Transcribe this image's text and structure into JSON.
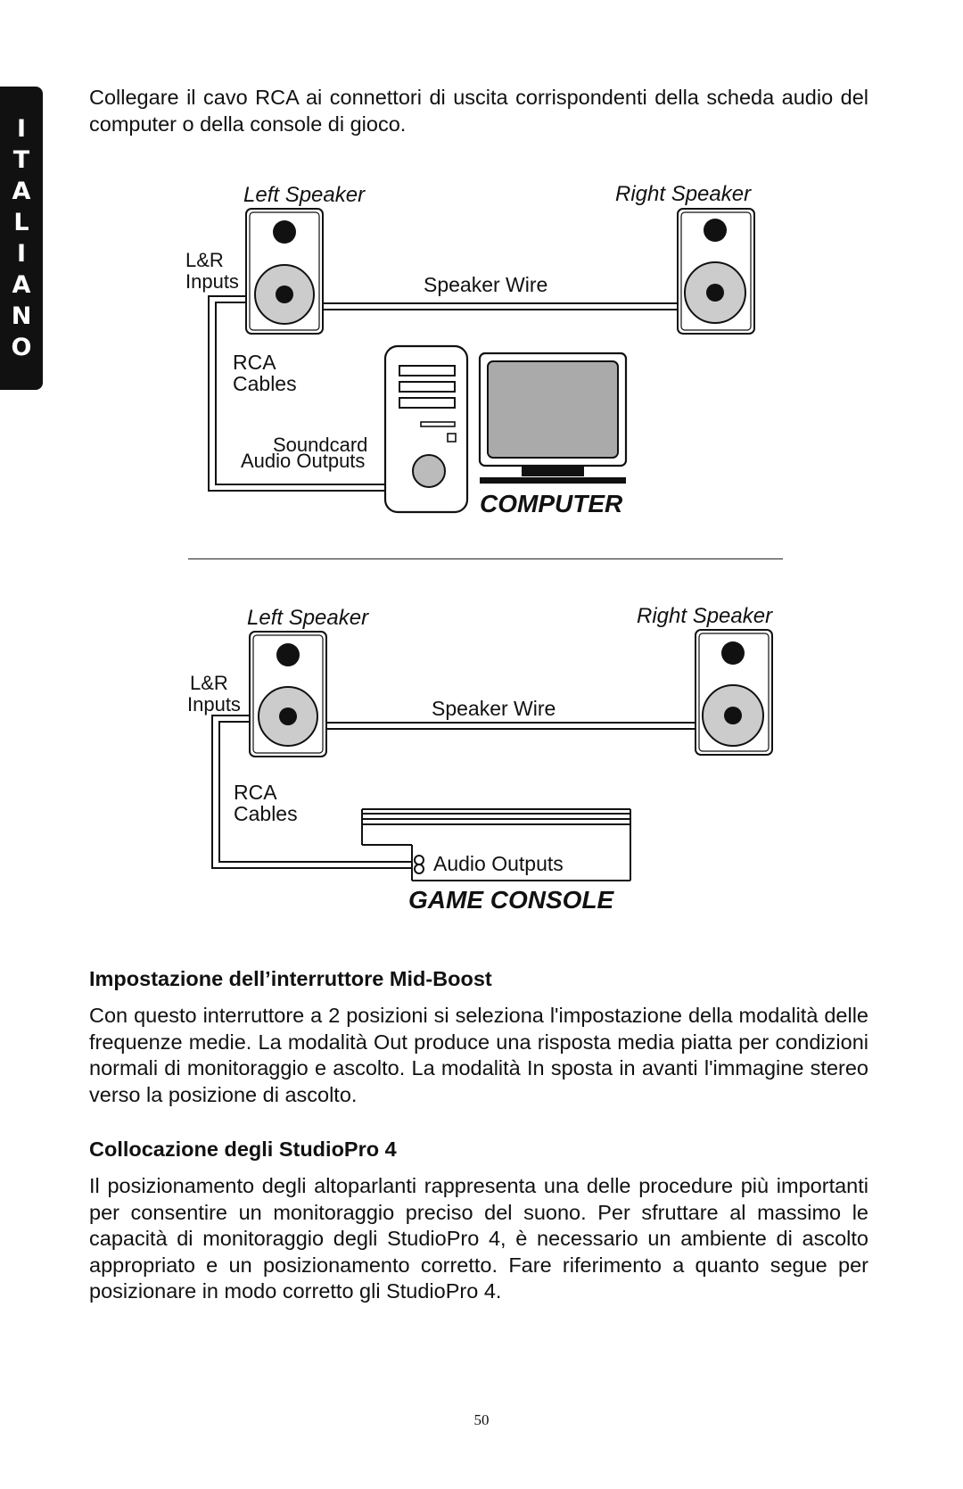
{
  "side_tab": {
    "letters": [
      "I",
      "T",
      "A",
      "L",
      "I",
      "A",
      "N",
      "O"
    ]
  },
  "intro": "Collegare il cavo RCA ai connettori di uscita corrispondenti della scheda audio del computer o della console di gioco.",
  "diagram_computer": {
    "left_speaker": "Left Speaker",
    "right_speaker": "Right Speaker",
    "inputs_line1": "L&R",
    "inputs_line2": "Inputs",
    "speaker_wire": "Speaker Wire",
    "rca_line1": "RCA",
    "rca_line2": "Cables",
    "outputs_line1": "Soundcard",
    "outputs_line2": "Audio Outputs",
    "device": "COMPUTER"
  },
  "diagram_console": {
    "left_speaker": "Left Speaker",
    "right_speaker": "Right Speaker",
    "inputs_line1": "L&R",
    "inputs_line2": "Inputs",
    "speaker_wire": "Speaker Wire",
    "rca_line1": "RCA",
    "rca_line2": "Cables",
    "outputs": "Audio Outputs",
    "device": "GAME CONSOLE"
  },
  "section_midboost": {
    "heading": "Impostazione dell’interruttore Mid-Boost",
    "body": "Con questo interruttore a 2 posizioni si seleziona l'impostazione della modalità delle frequenze medie. La modalità Out produce una risposta media piatta per condizioni normali di monitoraggio e ascolto. La modalità In sposta in avanti l'immagine stereo verso la posizione di ascolto."
  },
  "section_placement": {
    "heading": "Collocazione degli StudioPro 4",
    "body": "Il posizionamento degli altoparlanti rappresenta una delle procedure più importanti per consentire un monitoraggio preciso del suono. Per sfruttare al massimo le capacità di monitoraggio degli StudioPro 4, è necessario un ambiente di ascolto appropriato e un posizionamento corretto. Fare riferimento a quanto segue per posizionare in modo corretto gli StudioPro 4."
  },
  "page_number": "50"
}
